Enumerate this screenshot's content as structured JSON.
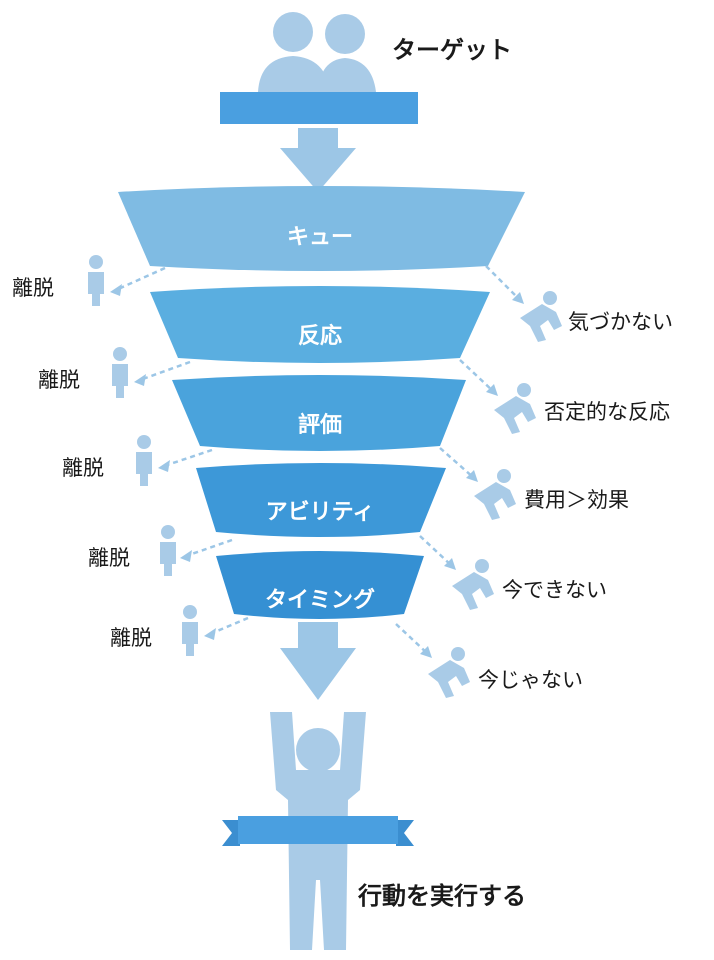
{
  "top_label": "ターゲット",
  "stages": [
    "キュー",
    "反応",
    "評価",
    "アビリティ",
    "タイミング"
  ],
  "dropout_label": "離脱",
  "right_labels": [
    "気づかない",
    "否定的な反応",
    "費用＞効果",
    "今できない",
    "今じゃない"
  ],
  "bottom_label": "行動を実行する",
  "colors": {
    "light": "#9cc6e6",
    "stage1": "#7fbbe3",
    "stage2": "#5aaee0",
    "stage3": "#4aa3dc",
    "stage4": "#3d98d8",
    "stage5": "#3590d3",
    "banner": "#4a9fe0",
    "figure": "#a9cbe7"
  }
}
